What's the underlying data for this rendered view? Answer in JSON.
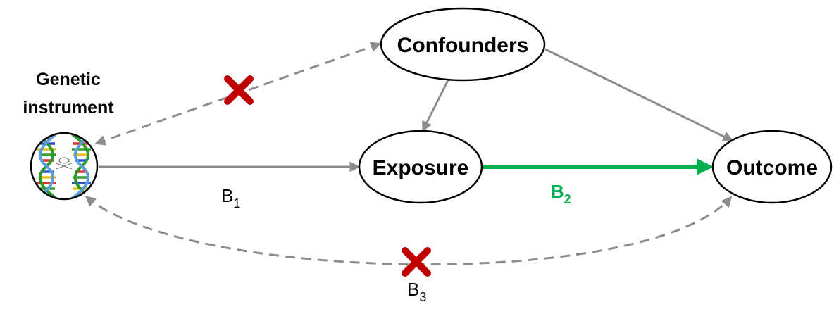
{
  "nodes": {
    "instrument": {
      "label_line1": "Genetic",
      "label_line2": "instrument"
    },
    "confounders": {
      "label": "Confounders"
    },
    "exposure": {
      "label": "Exposure"
    },
    "outcome": {
      "label": "Outcome"
    }
  },
  "coefficients": {
    "b1": {
      "letter": "B",
      "sub": "1"
    },
    "b2": {
      "letter": "B",
      "sub": "2"
    },
    "b3": {
      "letter": "B",
      "sub": "3"
    }
  },
  "colors": {
    "arrow": "#8c8c8c",
    "causal": "#00b050",
    "cross": "#c00000"
  },
  "icons": {
    "instrument": "dna-double-helix-icon",
    "violated_assumption": "red-x-icon"
  }
}
